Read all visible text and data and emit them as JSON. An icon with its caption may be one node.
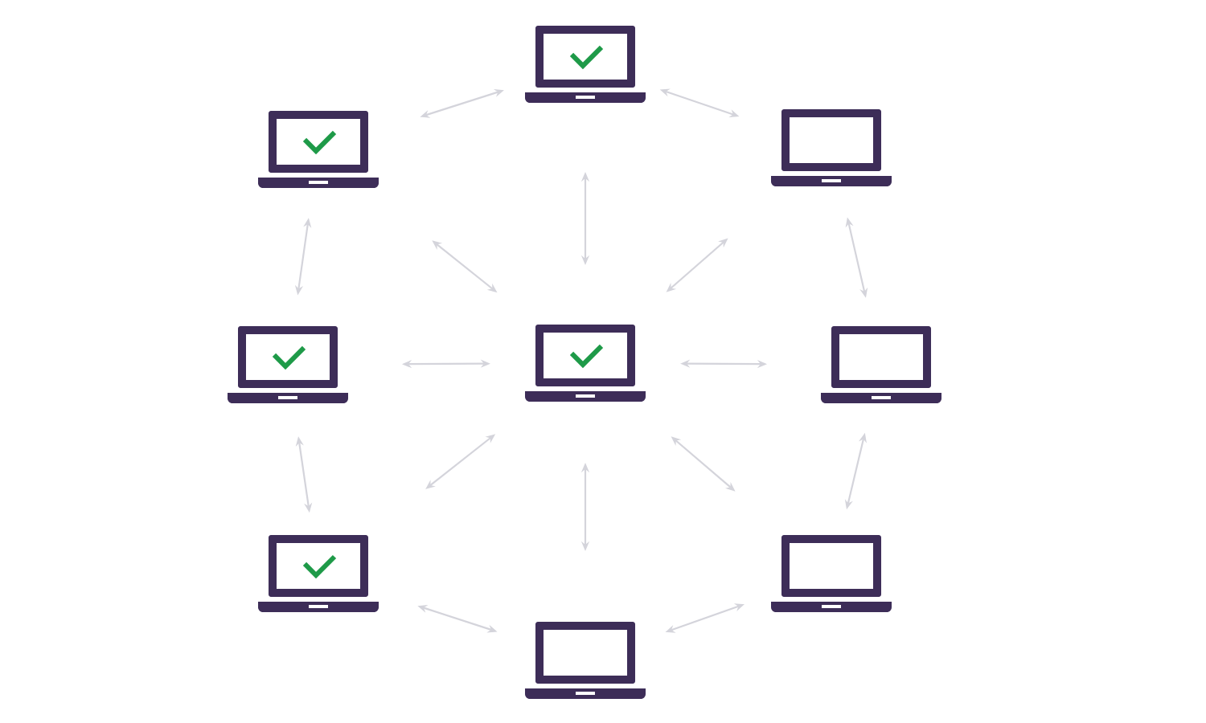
{
  "diagram": {
    "nodes": [
      {
        "text": [],
        "shape": "laptop"
      },
      {
        "text": [],
        "shape": "tick",
        "in": 0
      },
      {
        "text": [],
        "shape": "laptop"
      },
      {
        "text": [],
        "shape": "tick",
        "in": 2
      },
      {
        "text": [],
        "shape": "laptop"
      },
      {
        "text": [],
        "shape": "laptop"
      },
      {
        "text": [],
        "shape": "tick",
        "in": 5
      },
      {
        "text": [],
        "shape": "laptop"
      },
      {
        "text": [],
        "shape": "tick",
        "in": 7
      },
      {
        "text": [],
        "shape": "laptop"
      },
      {
        "text": [],
        "shape": "laptop"
      },
      {
        "text": [],
        "shape": "tick",
        "in": 10
      },
      {
        "text": [],
        "shape": "laptop"
      },
      {
        "text": [],
        "shape": "laptop"
      }
    ],
    "edges": [
      {
        "from": 2,
        "to": 0,
        "arrow": "both"
      },
      {
        "from": 0,
        "to": 4,
        "arrow": "both"
      },
      {
        "from": 2,
        "to": 5,
        "arrow": "both"
      },
      {
        "from": 4,
        "to": 9,
        "arrow": "both"
      },
      {
        "from": 5,
        "to": 10,
        "arrow": "both"
      },
      {
        "from": 9,
        "to": 12,
        "arrow": "both"
      },
      {
        "from": 10,
        "to": 13,
        "arrow": "both"
      },
      {
        "from": 13,
        "to": 12,
        "arrow": "both"
      },
      {
        "from": 7,
        "to": 0,
        "arrow": "both"
      },
      {
        "from": 7,
        "to": 2,
        "arrow": "both"
      },
      {
        "from": 7,
        "to": 4,
        "arrow": "both"
      },
      {
        "from": 7,
        "to": 5,
        "arrow": "both"
      },
      {
        "from": 7,
        "to": 9,
        "arrow": "both"
      },
      {
        "from": 7,
        "to": 10,
        "arrow": "both"
      },
      {
        "from": 7,
        "to": 12,
        "arrow": "both"
      },
      {
        "from": 7,
        "to": 13,
        "arrow": "both"
      }
    ]
  }
}
